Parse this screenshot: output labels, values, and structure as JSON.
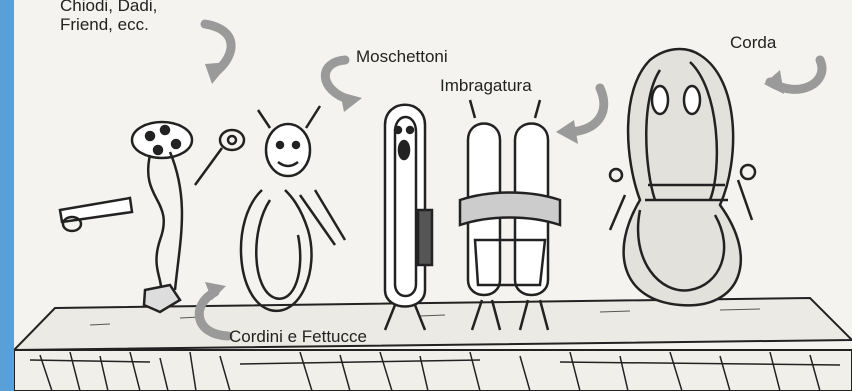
{
  "labels": {
    "top_left_line1": "Chiodi, Dadi,",
    "top_left_line2": "Friend, ecc.",
    "moschettoni": "Moschettoni",
    "imbragatura": "Imbragatura",
    "corda": "Corda",
    "cordini": "Cordini e Fettucce"
  },
  "icons": [
    "arrow-to-nuts-icon",
    "arrow-to-carabiner-icon",
    "arrow-to-harness-icon",
    "arrow-to-rope-icon",
    "arrow-to-slings-icon",
    "nut-and-hexes-character-icon",
    "sling-character-icon",
    "carabiner-character-icon",
    "harness-characters-icon",
    "rope-coil-character-icon"
  ],
  "colors": {
    "frame_left": "#5aa0d8",
    "background": "#f4f3ef",
    "ink": "#222222",
    "arrow_gray": "#9a9a9a"
  }
}
